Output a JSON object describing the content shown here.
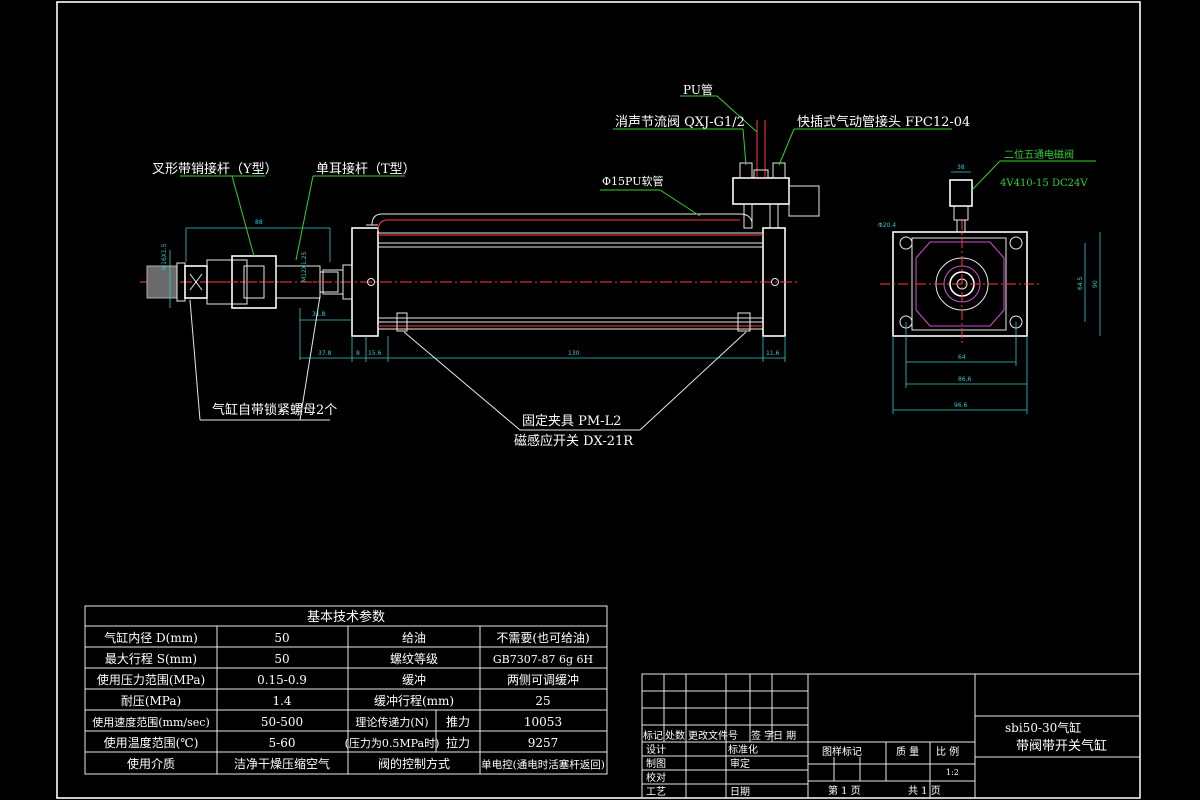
{
  "colors": {
    "background": "#000000",
    "line": "#e8e8e8",
    "centerline": "#ff3b3b",
    "leader": "#2fd12f",
    "magenta": "#d050d0",
    "dimension": "#34c9c9"
  },
  "labels": {
    "pu_tube": "PU管",
    "muffler": "消声节流阀 QXJ-G1/2",
    "quick_connector": "快插式气动管接头 FPC12-04",
    "pu_hose": "Φ15PU软管",
    "fork_rod": "叉形带销接杆（Y型）",
    "single_ear": "单耳接杆（T型）",
    "nuts": "气缸自带锁紧螺母2个",
    "fixture": "固定夹具 PM-L2",
    "magnetic_switch": "磁感应开关 DX-21R",
    "valve_name": "二位五通电磁阀",
    "valve_model": "4V410-15 DC24V"
  },
  "dims": {
    "d_top": "88",
    "d_stroke": "130",
    "d_l1": "37.8",
    "d_l2": "8",
    "d_l3": "15.6",
    "d_l4": "11.6",
    "d_rod": "31.8",
    "d_side": "38",
    "d_w1": "64",
    "d_w2": "86.6",
    "d_w3": "96.6",
    "d_h1": "64.5",
    "d_h2": "90",
    "d_bore": "Φ20.4",
    "d_left1": "M16X1.5",
    "d_left2": "M12X1.25"
  },
  "spec_table": {
    "title": "基本技术参数",
    "rows": [
      [
        "气缸内径 D(mm)",
        "50",
        "给油",
        "不需要(也可给油)"
      ],
      [
        "最大行程 S(mm)",
        "50",
        "螺纹等级",
        "GB7307-87 6g 6H"
      ],
      [
        "使用压力范围(MPa)",
        "0.15-0.9",
        "缓冲",
        "两侧可调缓冲"
      ],
      [
        "耐压(MPa)",
        "1.4",
        "缓冲行程(mm)",
        "25"
      ],
      [
        "使用速度范围(mm/sec)",
        "50-500",
        "理论传递力(N)",
        "推力",
        "10053"
      ],
      [
        "使用温度范围(℃)",
        "5-60",
        "(压力为0.5MPa时)",
        "拉力",
        "9257"
      ],
      [
        "使用介质",
        "洁净干燥压缩空气",
        "阀的控制方式",
        "单电控(通电时活塞杆返回)"
      ]
    ]
  },
  "title_block": {
    "drawing_name_line1": "sbi50-30气缸",
    "drawing_name_line2": "带阀带开关气缸",
    "h_mark": "标记",
    "h_count": "处数",
    "h_doc": "更改文件号",
    "h_sign": "签 字",
    "h_date": "日 期",
    "design": "设计",
    "standardize": "标准化",
    "draw": "制图",
    "approve": "审定",
    "check": "校对",
    "process": "工艺",
    "date": "日期",
    "stage_mark": "图样标记",
    "mass": "质 量",
    "scale": "比 例",
    "scale_value": "1:2",
    "sheet": "第 1 页",
    "total": "共 1 页"
  }
}
